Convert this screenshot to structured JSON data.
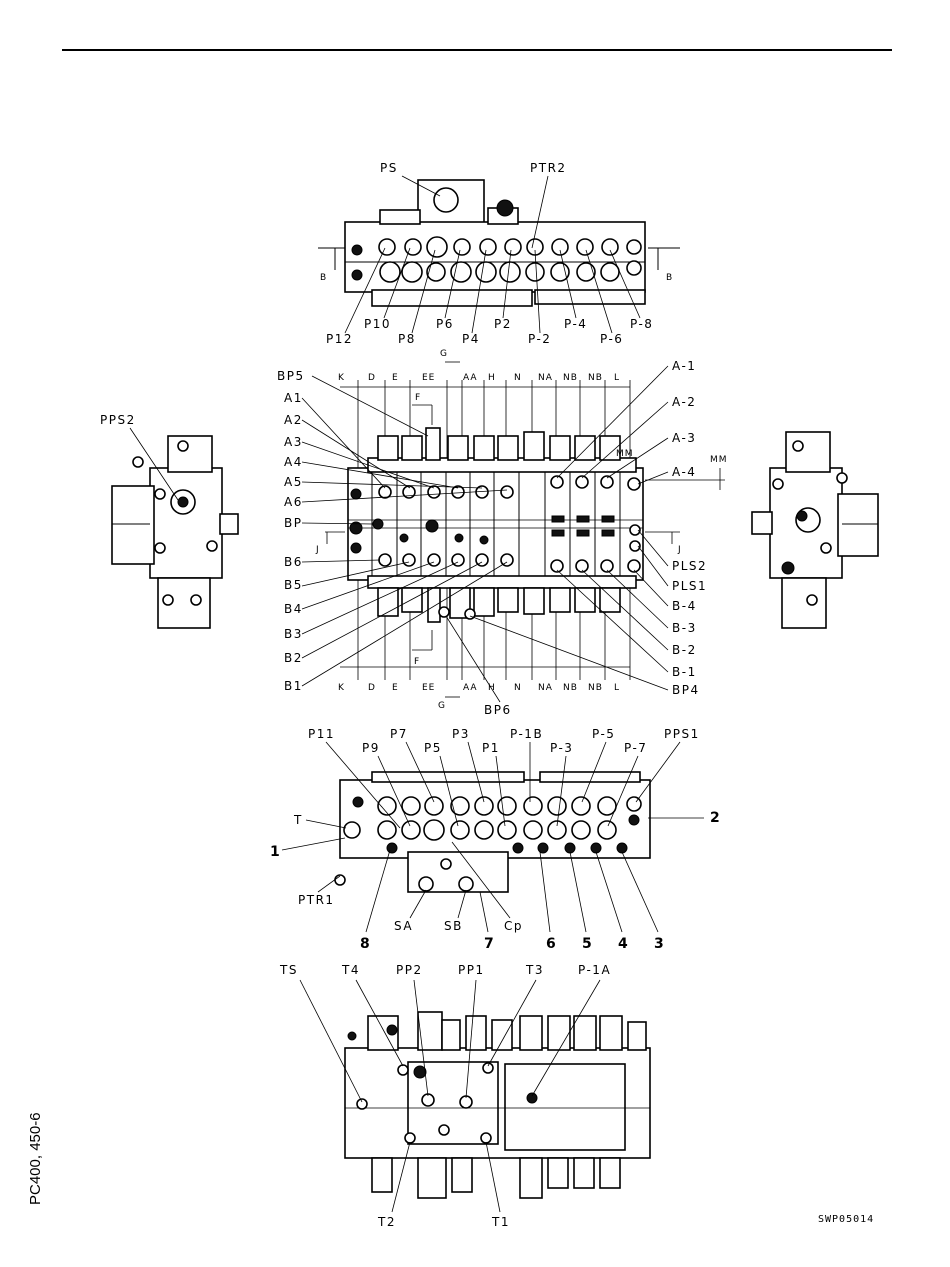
{
  "drawing": {
    "code": "SWP05014",
    "model": "PC400, 450-6"
  },
  "top_view": {
    "labels": [
      "PS",
      "PTR2",
      "P12",
      "P10",
      "P8",
      "P6",
      "P4",
      "P2",
      "P-2",
      "P-4",
      "P-6",
      "P-8"
    ],
    "section": "B"
  },
  "front_view": {
    "left_labels": [
      "BP5",
      "A1",
      "A2",
      "A3",
      "A4",
      "A5",
      "A6",
      "BP",
      "B6",
      "B5",
      "B4",
      "B3",
      "B2",
      "B1"
    ],
    "right_labels": [
      "A-1",
      "A-2",
      "A-3",
      "A-4",
      "PLS2",
      "PLS1",
      "B-4",
      "B-3",
      "B-2",
      "B-1",
      "BP4"
    ],
    "bottom_extra": [
      "BP6"
    ],
    "sections": [
      "K",
      "D",
      "E",
      "EE",
      "AA",
      "H",
      "N",
      "NA",
      "NB",
      "NB",
      "L"
    ],
    "cut_g": "G",
    "cut_f": "F",
    "cut_j": "J",
    "mm": "MM"
  },
  "left_view": {
    "label": "PPS2"
  },
  "bottom_view": {
    "top_labels": [
      "P11",
      "P9",
      "P7",
      "P5",
      "P3",
      "P1",
      "P-1B",
      "P-3",
      "P-5",
      "P-7",
      "PPS1"
    ],
    "side_labels": [
      "T",
      "1",
      "2",
      "PTR1"
    ],
    "bottom_labels": [
      "SA",
      "SB",
      "Cp"
    ],
    "numbers": [
      "8",
      "7",
      "6",
      "5",
      "4",
      "3"
    ]
  },
  "rear_view": {
    "top_labels": [
      "TS",
      "T4",
      "PP2",
      "PP1",
      "T3",
      "P-1A"
    ],
    "bottom_labels": [
      "T2",
      "T1"
    ]
  }
}
